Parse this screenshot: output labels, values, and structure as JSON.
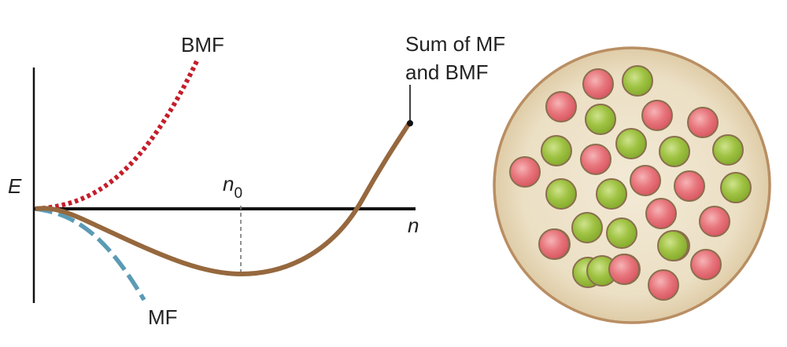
{
  "labels": {
    "energy_axis": "E",
    "density_axis": "n",
    "n0_main": "n",
    "n0_sub": "0",
    "bmf": "BMF",
    "mf": "MF",
    "sum_line1": "Sum of MF",
    "sum_line2": "and BMF"
  },
  "colors": {
    "axis": "#111111",
    "sum_curve": "#96683e",
    "bmf_curve": "#c41e2a",
    "mf_curve": "#5b9bb5",
    "droplet_fill": "#e8dcc0",
    "droplet_rim": "#b98e63",
    "atom_red": "#e6717a",
    "atom_green": "#98bb3c",
    "atom_outline": "#8a6e4d"
  },
  "droplet": {
    "atoms": [
      {
        "species": "red",
        "col": 0,
        "row": 0
      },
      {
        "species": "green",
        "col": 1,
        "row": 0
      },
      {
        "species": "red",
        "col": 0,
        "row": 1
      },
      {
        "species": "green",
        "col": 1,
        "row": 1
      },
      {
        "species": "red",
        "col": 2,
        "row": 1
      },
      {
        "species": "red",
        "col": 3,
        "row": 1
      },
      {
        "species": "green",
        "col": 0,
        "row": 2
      },
      {
        "species": "red",
        "col": 1,
        "row": 2
      },
      {
        "species": "green",
        "col": 2,
        "row": 2
      },
      {
        "species": "green",
        "col": 3,
        "row": 2
      },
      {
        "species": "green",
        "col": 4,
        "row": 2
      },
      {
        "species": "red",
        "col": 0,
        "row": 3
      },
      {
        "species": "green",
        "col": 1,
        "row": 3
      },
      {
        "species": "green",
        "col": 2,
        "row": 3
      },
      {
        "species": "red",
        "col": 3,
        "row": 3
      },
      {
        "species": "red",
        "col": 4,
        "row": 3
      },
      {
        "species": "green",
        "col": 5,
        "row": 3
      },
      {
        "species": "green",
        "col": 0,
        "row": 4
      },
      {
        "species": "green",
        "col": 1,
        "row": 4
      },
      {
        "species": "red",
        "col": 2,
        "row": 4
      },
      {
        "species": "green",
        "col": 3,
        "row": 4
      },
      {
        "species": "red",
        "col": 4,
        "row": 4
      },
      {
        "species": "red",
        "col": 0,
        "row": 5
      },
      {
        "species": "green",
        "col": 1,
        "row": 5
      },
      {
        "species": "red",
        "col": 2,
        "row": 5
      },
      {
        "species": "green",
        "col": 3,
        "row": 5
      },
      {
        "species": "red",
        "col": 4,
        "row": 5
      },
      {
        "species": "red",
        "col": 0,
        "row": 6
      },
      {
        "species": "green",
        "col": 1,
        "row": 6
      },
      {
        "species": "red",
        "col": 2,
        "row": 6
      },
      {
        "species": "red",
        "col": 3,
        "row": 6
      }
    ]
  }
}
